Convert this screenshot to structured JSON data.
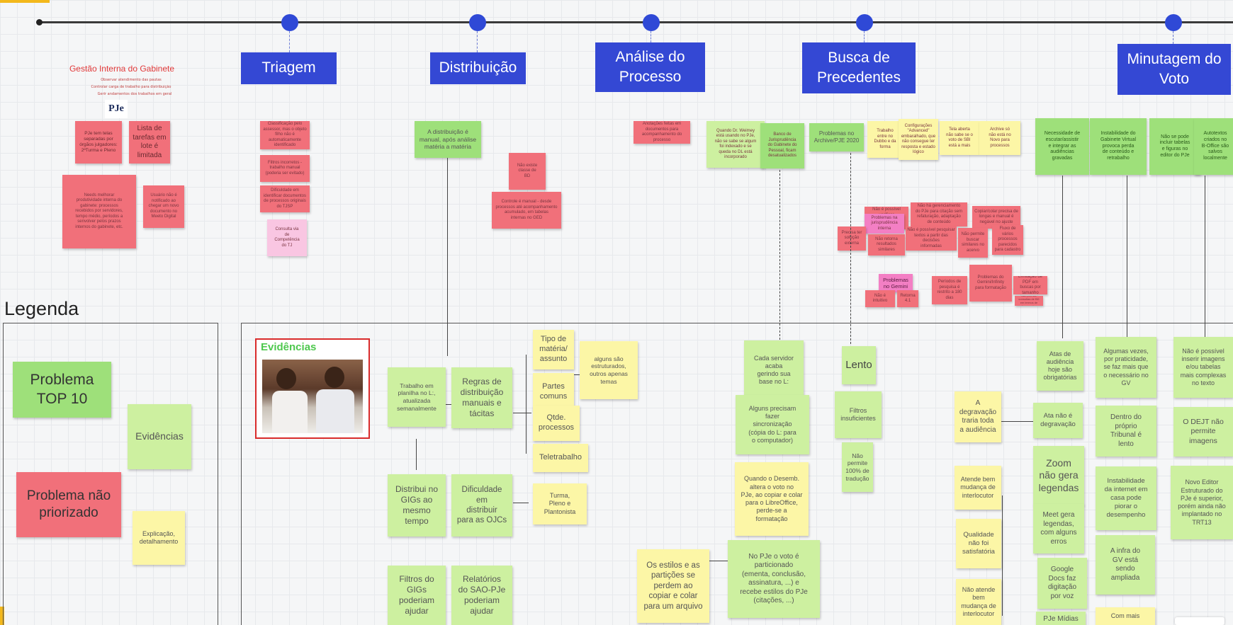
{
  "timeline": {
    "phases": [
      {
        "label": "Triagem"
      },
      {
        "label": "Distribuição"
      },
      {
        "label": "Análise do\nProcesso"
      },
      {
        "label": "Busca de\nPrecedentes"
      },
      {
        "label": "Minutagem do\nVoto"
      }
    ]
  },
  "gestao": {
    "title": "Gestão Interna do Gabinete",
    "subtitles": [
      "Observar atendimento das pautas",
      "Controlar carga de trabalho para distribuição",
      "Gerir andamentos dos trabalhos em geral"
    ],
    "logo": "PJe"
  },
  "legend": {
    "title": "Legenda",
    "problem_top10": "Problema\nTOP 10",
    "evidencias": "Evidências",
    "problem_nao_priorizado": "Problema não\npriorizado",
    "explicacao": "Explicação,\ndetalhamento"
  },
  "evidencias_card": {
    "title": "Evidências"
  },
  "notes": {
    "gestao": [
      "PJe tem telas\nseparadas por\nórgãos julgadores:\n2ªTurma e Pleno",
      "Lista de\ntarefas em\nlote é\nlimitada",
      "Needs melhorar\nprodutividade interna do\ngabinete: processos\nrecebidos por servidores,\ntempo médio, períodos a\nsenvolver pelos prazos\ninternos do gabinete, etc.",
      "Usuário não é\nnotificado ao\nchegar um novo\ndocumento no\nMeeto Digital"
    ],
    "triagem": [
      "Classificação pelo\nassessor, mas o objeto\nfilho não é\nautomaticamente\nidentificado",
      "Filtros incorretos -\ntrabalho manual\n(poderia ser evitado)",
      "Dificuldade em\nidentificar documentos\nde processos originais\ndo TJSP",
      "Consulta via\nde\nCompetência\ndo TJ"
    ],
    "distribuicao": [
      "A distribuição é\nmanual, após análise\nmatéria a matéria",
      "Não existe\nclasse de\nBD",
      "Controle é manual - desde\nprocessos até acompanhamento\nacumulado, em tabelas\ninternas no GED"
    ],
    "analise": [
      "Anotações feitas em\ndocumentos para\nacompanhamento do\nprocesso"
    ],
    "busca": [
      "Quando Dr. Weimey\nestá usando no PJe,\nnão se sabe se algum\nfoi indexado e se\nqueda no DL está\nincorporado",
      "Banco de\nJurisprudência\ndo Gabinete do\nPessoal, ficam\ndesatualizados",
      "Problemas no\nArchive/PJE 2020",
      "Trabalho\nentre no\nDubbo e da\nforma",
      "Configurações\n\"Advanced\"\nembaralhado, que\nnão consegue ter\nresposta e estado\nlógico",
      "Tela aberta\nnão sabe se o\nvoto de SBI\nestá a mais",
      "Archive só\nnão está no\nNovo para\nprocessos",
      "Não é possível verificar\no autor textual\ndo PJe",
      "Não há gerenciamento\ndo PJe para citação sem\nrefaturação, adaptação\nde conteúdo",
      "Copiar/colar precisa de\nlongas e manual é\nnegável no ajuste",
      "Problemas na\njurisprudência\ninterna",
      "Precisa ter\nsolução\nexterna",
      "Não retorna\nresultados\nsimilares",
      "Não é possível pesquisar\ntextos a partir das decisões\ninformadas",
      "Não permite\nbuscar\nsimilares no\nacervo",
      "Fluxo de vários\nprocessos parecidos\npara cadastro",
      "Problemas\nno Gemini",
      "Não é\nintuitivo",
      "Retorna\n4.1",
      "Períodos de\npesquisa é\nrestrito a 180 dias",
      "Problemas do\nGemini/Infinity\npara formatação",
      "Limitação de PDF em\nbuscas por tamanho",
      "Não permite\nconsultas de BD\nem termos de\ndocumentos"
    ],
    "minutagem": [
      "Necessidade de\nescutar/assistir\ne integrar as\naudiências\ngravadas",
      "Instabilidade do\nGabinete Virtual\nprovoca perda\nde conteúdo e\nretrabalho",
      "Não se pode\nincluir tabelas\ne figuras no\neditor do PJe",
      "Autotextos\ncriados no\nB-Office são\nsalvos\nlocalmente"
    ],
    "lower_dist": [
      "Trabalho em\nplanilha no L:,\natualizada\nsemanalmente",
      "Regras de\ndistribuição\nmanuais e\ntácitas",
      "Tipo de\nmatéria/\nassunto",
      "alguns são\nestruturados,\noutros apenas\ntemas",
      "Partes\ncomuns",
      "Qtde.\nprocessos",
      "Teletrabalho",
      "Distribui no\nGIGs ao\nmesmo\ntempo",
      "Dificuldade\nem\ndistribuir\npara as OJCs",
      "Turma,\nPleno e\nPlantonista",
      "Filtros do\nGIGs\npoderiam\najudar",
      "Relatórios\ndo SAO-PJe\npoderiam\najudar"
    ],
    "lower_analise": [
      "Cada servidor\nacaba\ngerindo sua\nbase no L:",
      "Alguns precisam\nfazer\nsincronização\n(cópia do L: para\no computador)",
      "Quando o Desemb.\naltera o voto no\nPJe, ao copiar e colar\npara o LibreOffice,\nperde-se a\nformatação",
      "Os estilos e as\npartições se\nperdem ao\ncopiar e colar\npara um arquivo",
      "No PJe o voto é\nparticionado\n(ementa, conclusão,\nassinatura, ...) e\nrecebe estilos do PJe\n(citações, ...)"
    ],
    "lower_busca": [
      "Lento",
      "Filtros\ninsuficientes",
      "Não\npermite\n100% de\ntradução"
    ],
    "lower_minutagem": [
      "Atas de\naudiência\nhoje são\nobrigatórias",
      "A\ndegravação\ntraria toda\na audiência",
      "Ata não é\ndegravação",
      "Zoom\nnão gera\nlegendas",
      "Atende bem\nmudança de\ninterlocutor",
      "Meet gera\nlegendas,\ncom alguns\nerros",
      "Qualidade\nnão foi\nsatisfatória",
      "Google\nDocs faz\ndigitação\npor voz",
      "Não atende\nbem\nmudança de\ninterlocutor",
      "PJe Mídias",
      "Algumas vezes,\npor praticidade,\nse faz mais que\no necessário no\nGV",
      "Dentro do\npróprio\nTribunal é\nlento",
      "Instabilidade\nda internet em\ncasa pode\npiorar o\ndesempenho",
      "A infra do\nGV está\nsendo\nampliada",
      "Com mais",
      "Não é possível\ninserir imagens\ne/ou tabelas\nmais complexas\nno texto",
      "O DEJT não\npermite\nimagens",
      "Novo Editor\nEstruturado do\nPJe é superior,\nporém ainda não\nimplantado no\nTRT13"
    ]
  }
}
